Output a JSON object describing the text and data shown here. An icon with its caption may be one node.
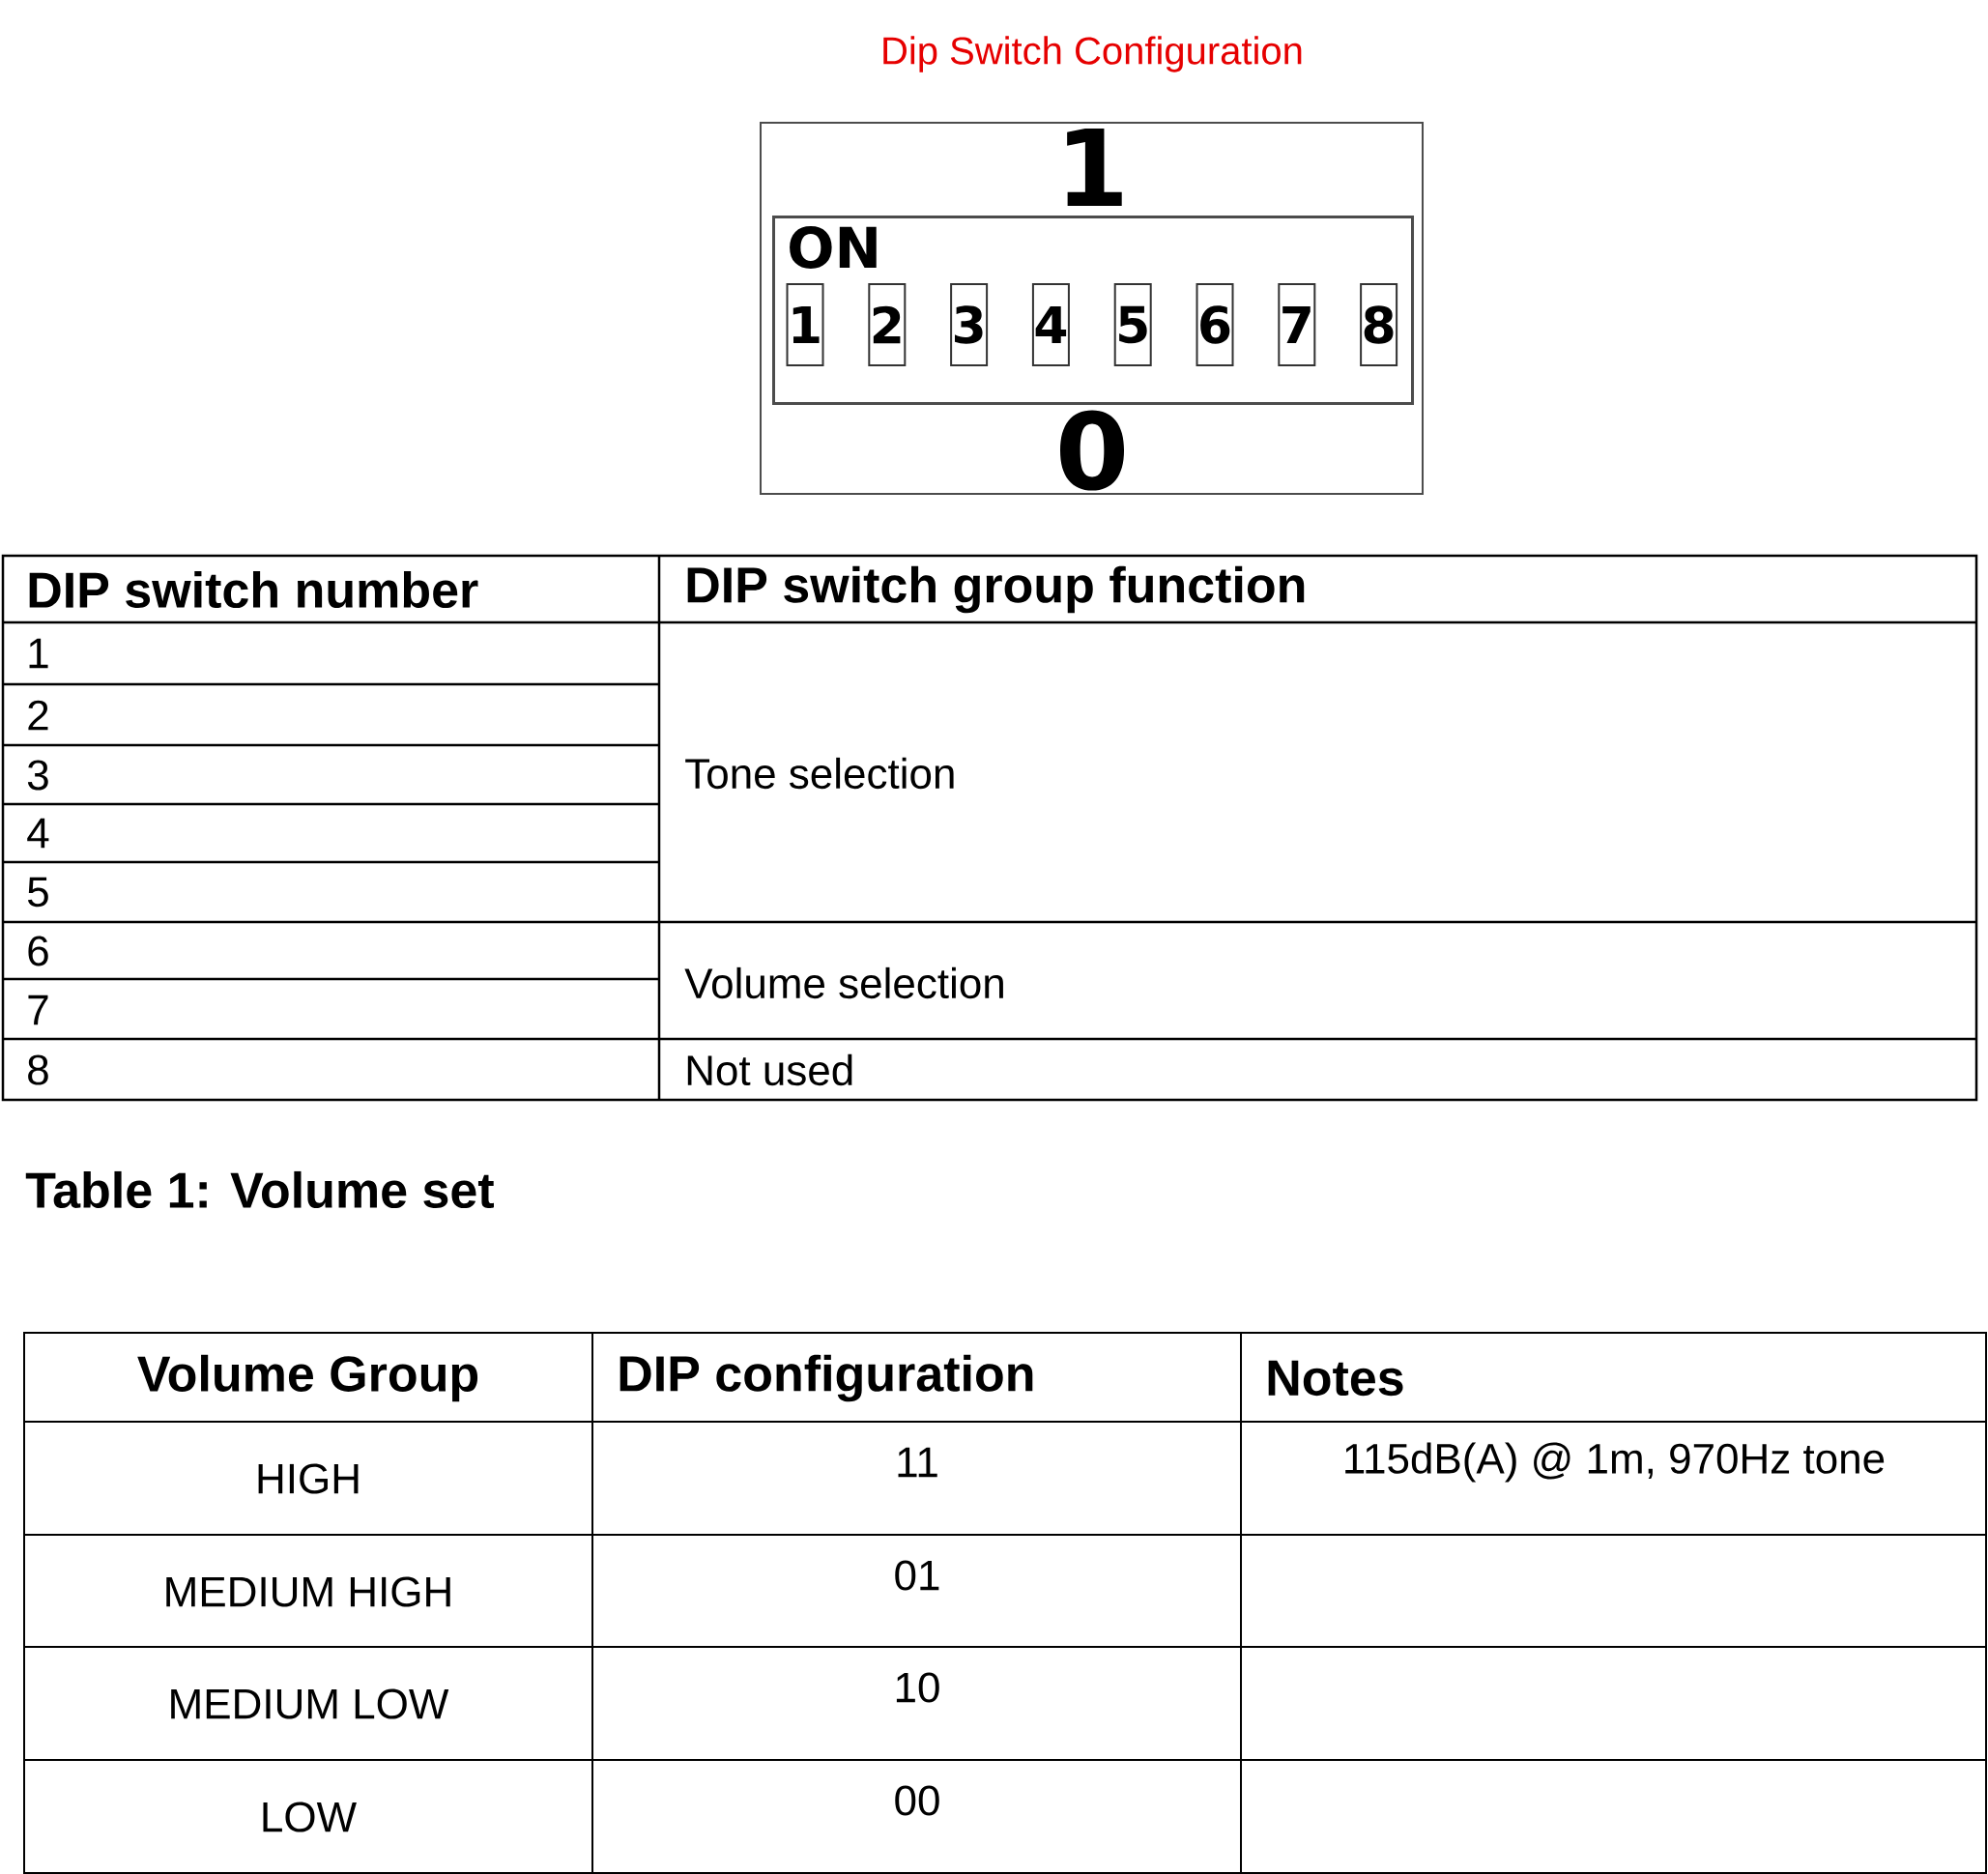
{
  "diagram": {
    "title": "Dip Switch Configuration",
    "nodes": [
      {
        "text": [
          "1",
          "0"
        ]
      },
      {
        "text": [
          "ON"
        ],
        "in": 0
      },
      {
        "text": [
          "1"
        ],
        "in": 1
      },
      {
        "text": [
          "2"
        ],
        "in": 1
      },
      {
        "text": [
          "3"
        ],
        "in": 1
      },
      {
        "text": [
          "4"
        ],
        "in": 1
      },
      {
        "text": [
          "5"
        ],
        "in": 1
      },
      {
        "text": [
          "6"
        ],
        "in": 1
      },
      {
        "text": [
          "7"
        ],
        "in": 1
      },
      {
        "text": [
          "8"
        ],
        "in": 1
      }
    ],
    "labels": [
      "DIP switch number",
      "DIP switch group function",
      "1",
      "Tone selection",
      "2",
      "3",
      "4",
      "5",
      "6",
      "Volume selection",
      "7",
      "8",
      "Not used",
      "Table 1: Volume set",
      "Volume Group",
      "DIP configuration",
      "Notes",
      "HIGH",
      "11",
      "115dB(A) @ 1m, 970Hz tone",
      "MEDIUM HIGH",
      "01",
      "MEDIUM LOW",
      "10",
      "LOW",
      "00"
    ]
  }
}
